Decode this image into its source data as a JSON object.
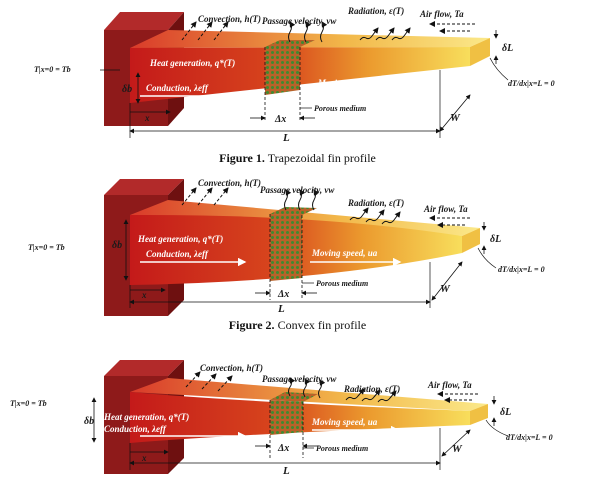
{
  "figures": [
    {
      "caption_label": "Figure 1.",
      "caption_text": "Trapezoidal fin profile",
      "labels": {
        "convection": "Convection, h(T)",
        "passage": "Passage velocity, vw",
        "radiation": "Radiation, ε(T)",
        "airflow": "Air flow, Ta",
        "heatgen": "Heat generation, q*(T)",
        "conduction": "Conduction, λeff",
        "moving": "Moving speed, ua",
        "porous": "Porous medium",
        "bc_left": "T|x=0 = Tb",
        "bc_right": "dT/dx|x=L = 0",
        "delta_b": "δb",
        "delta_l": "δL",
        "dx": "Δx",
        "x": "x",
        "L": "L",
        "W": "W"
      }
    },
    {
      "caption_label": "Figure 2.",
      "caption_text": "Convex fin profile",
      "labels": {
        "convection": "Convection, h(T)",
        "passage": "Passage velocity, vw",
        "radiation": "Radiation, ε(T)",
        "airflow": "Air flow, Ta",
        "heatgen": "Heat generation, q*(T)",
        "conduction": "Conduction, λeff",
        "moving": "Moving speed, ua",
        "porous": "Porous medium",
        "bc_left": "T|x=0 = Tb",
        "bc_right": "dT/dx|x=L = 0",
        "delta_b": "δb",
        "delta_l": "δL",
        "dx": "Δx",
        "x": "x",
        "L": "L",
        "W": "W"
      }
    },
    {
      "caption_label": "",
      "caption_text": "",
      "labels": {
        "convection": "Convection, h(T)",
        "passage": "Passage velocity, vw",
        "radiation": "Radiation, ε(T)",
        "airflow": "Air flow, Ta",
        "heatgen": "Heat generation, q*(T)",
        "conduction": "Conduction, λeff",
        "moving": "Moving speed, ua",
        "porous": "Porous medium",
        "bc_left": "T|x=0 = Tb",
        "bc_right": "dT/dx|x=L = 0",
        "delta_b": "δb",
        "delta_l": "δL",
        "dx": "Δx",
        "x": "x",
        "L": "L",
        "W": "W"
      }
    }
  ],
  "colors": {
    "wall": "#8e1a1a",
    "wall_dark": "#5e0c0c",
    "fin_hot": "#c81e1e",
    "fin_cold": "#f5d24a",
    "porous_dot": "#3a7a2a"
  }
}
